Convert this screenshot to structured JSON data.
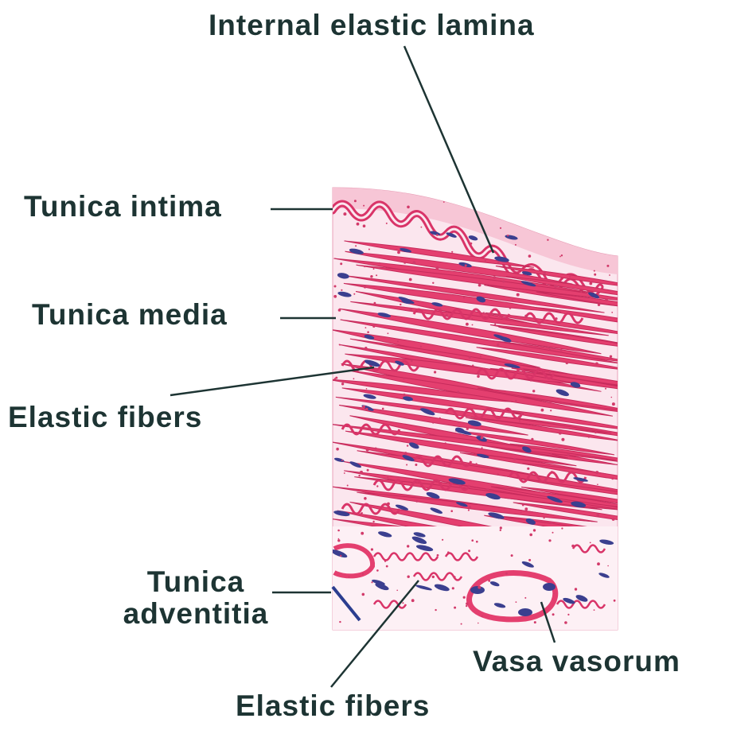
{
  "labels": {
    "internal_elastic_lamina": "Internal elastic lamina",
    "tunica_intima": "Tunica intima",
    "tunica_media": "Tunica media",
    "elastic_fibers_top": "Elastic fibers",
    "tunica_adventitia_line1": "Tunica",
    "tunica_adventitia_line2": "adventitia",
    "vasa_vasorum": "Vasa vasorum",
    "elastic_fibers_bottom": "Elastic fibers"
  },
  "colors": {
    "background": "#ffffff",
    "label_text": "#1d3433",
    "leader_line": "#1d3433",
    "muscle": "#e43f6f",
    "elastic": "#d93468",
    "tissue_bg": "#fbe6ee",
    "nucleus": "#3b3f8f"
  }
}
